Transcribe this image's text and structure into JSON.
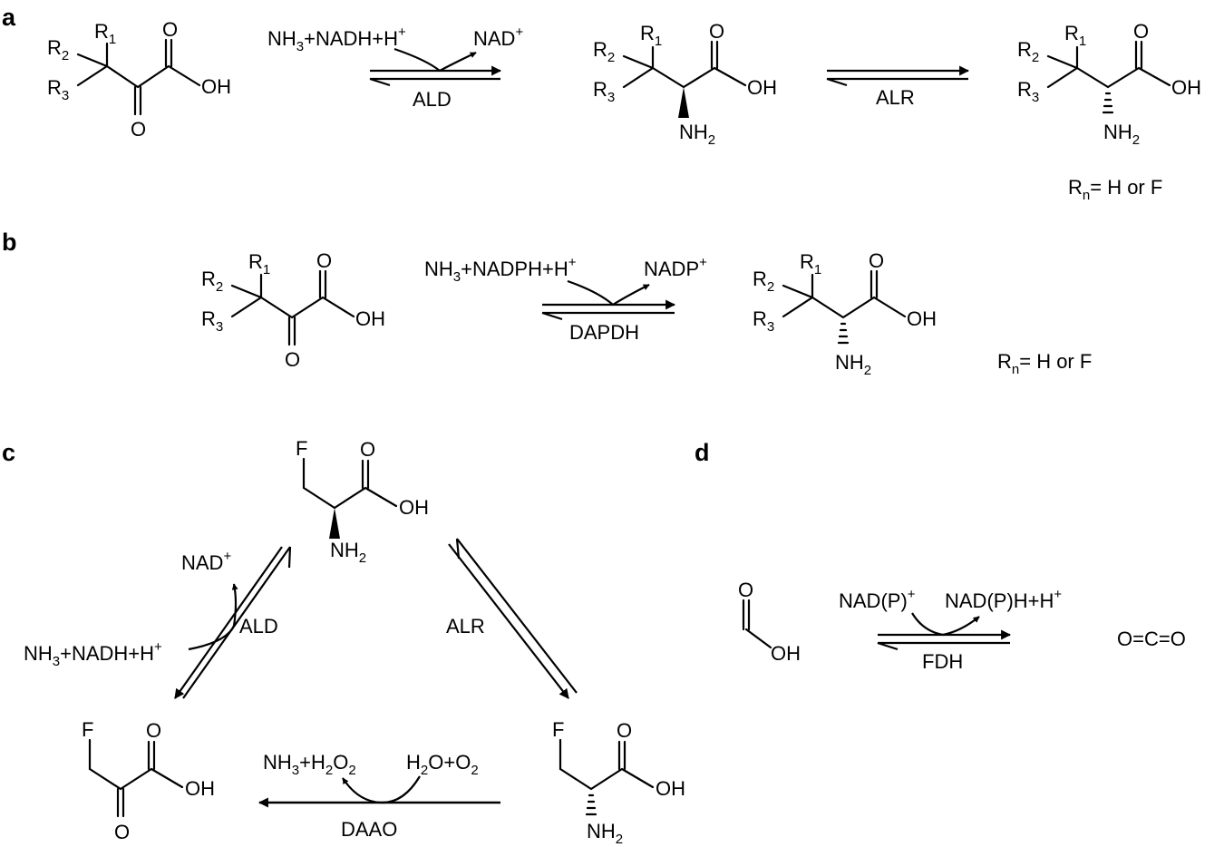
{
  "panels": {
    "a": "a",
    "b": "b",
    "c": "c",
    "d": "d"
  },
  "atoms": {
    "R": "R",
    "O": "O",
    "OH": "OH",
    "F": "F",
    "NH": "NH",
    "H": "H",
    "n": "n",
    "one": "1",
    "two": "2",
    "three": "3",
    "plus": "+"
  },
  "reagents": {
    "nh3_nadh_h": "NH3+NADH+H+",
    "nad_plus": "NAD+",
    "nh3_nadph_h": "NH3+NADPH+H+",
    "nadp_plus": "NADP+",
    "nadp_plus_d": "NAD(P)+",
    "nadph_h_d": "NAD(P)H+H+",
    "nh3_h2o2": "NH3+H2O2",
    "h2o_o2": "H2O+O2",
    "co2": "O=C=O"
  },
  "enzymes": {
    "ald": "ALD",
    "alr": "ALR",
    "dapdh": "DAPDH",
    "daao": "DAAO",
    "fdh": "FDH"
  },
  "notes": {
    "rn_tail": "= H or F"
  }
}
